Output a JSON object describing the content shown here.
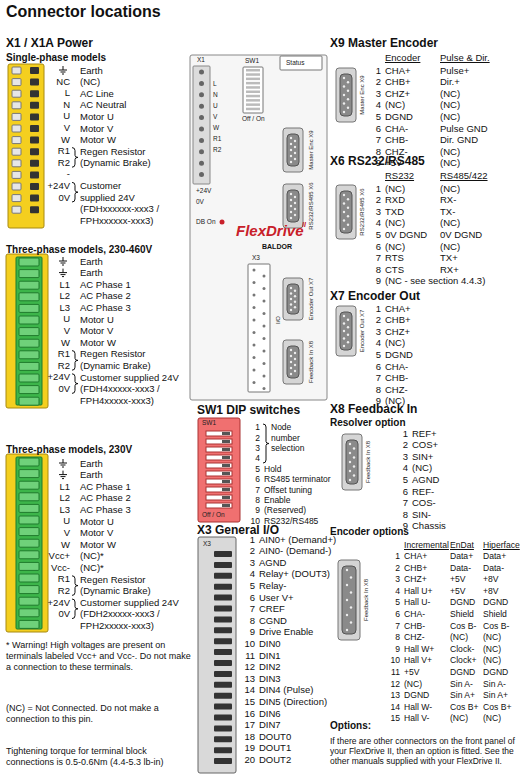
{
  "diagram": {
    "title": "Connector locations",
    "labels": [
      "X1 / X1A Power",
      "Single-phase models",
      "NC",
      "L",
      "N",
      "U",
      "V",
      "W",
      "R1",
      "R2",
      "-",
      "+24V",
      "0V",
      "Earth",
      "(NC)",
      "AC Line",
      "AC Neutral",
      "Motor U",
      "Motor V",
      "Motor W",
      "Regen Resistor",
      "(Dynamic Brake)",
      "Customer",
      "supplied 24V",
      "(FDHxxxxxx-xxx3 /",
      "FPHxxxxxx-xxx3)",
      "Three-phase models, 230-460V",
      "L1",
      "L2",
      "L3",
      "U",
      "V",
      "W",
      "R1",
      "R2",
      "+24V",
      "0V",
      "Earth",
      "Earth",
      "AC Phase 1",
      "AC Phase 2",
      "AC Phase 3",
      "Motor U",
      "Motor V",
      "Motor W",
      "Regen Resistor",
      "(Dynamic Brake)",
      "Customer supplied 24V",
      "(FDH4xxxxx-xxx3 /",
      "FPH4xxxxx-xxx3)",
      "Three-phase models, 230V",
      "L1",
      "L2",
      "L3",
      "U",
      "V",
      "W",
      "Vcc+",
      "Vcc-",
      "R1",
      "R2",
      "+24V",
      "0V",
      "Earth",
      "Earth",
      "AC Phase 1",
      "AC Phase 2",
      "AC Phase 3",
      "Motor U",
      "Motor V",
      "Motor W",
      "(NC)*",
      "(NC)*",
      "Regen Resistor",
      "(Dynamic Brake)",
      "Customer supplied 24V",
      "(FDH2xxxxx-xxx3 /",
      "FPH2xxxxx-xxx3)",
      "* Warning!  High voltages are present on terminals labeled  Vcc+ and Vcc-. Do not make a connection to these terminals.",
      "(NC) = Not Connected. Do not make a connection to this pin.",
      "Tightening torque for terminal block connections is 0.5-0.6Nm (4.4-5.3 lb-in)",
      "X1",
      "L",
      "N",
      "U",
      "V",
      "W",
      "R1",
      "R2",
      "SW1",
      "Off / On",
      "Status",
      "+24V",
      "0V",
      "DB On",
      "FlexDrive",
      "II",
      "BALDOR",
      "X3",
      "Master Enc X9",
      "RS232/RS485 X6",
      "I/O",
      "Encoder Out X7",
      "Feedback In X8",
      "X9 Master Encoder",
      "Encoder",
      "Pulse & Dir.",
      "Master Enc X9",
      "1",
      "2",
      "3",
      "4",
      "5",
      "6",
      "7",
      "8",
      "9",
      "CHA+",
      "CHB+",
      "CHZ+",
      "(NC)",
      "DGND",
      "CHA-",
      "CHB-",
      "CHZ-",
      "+5V",
      "Pulse+",
      "Dir.+",
      "(NC)",
      "(NC)",
      "(NC)",
      "Pulse GND",
      "Dir. GND",
      "(NC)",
      "(NC)",
      "X6 RS232/RS485",
      "RS232",
      "RS485/422",
      "RS232/RS485 X6",
      "1",
      "2",
      "3",
      "4",
      "5",
      "6",
      "7",
      "8",
      "9",
      "(NC)",
      "RXD",
      "TXD",
      "(NC)",
      "0V DGND",
      "(NC)",
      "RTS",
      "CTS",
      "(NC)",
      "RX-",
      "TX-",
      "(NC)",
      "0V DGND",
      "(NC)",
      "TX+",
      "RX+",
      "(NC - see section 4.4.3)",
      "X7 Encoder Out",
      "Encoder Out X7",
      "1",
      "2",
      "3",
      "4",
      "5",
      "6",
      "7",
      "8",
      "9",
      "CHA+",
      "CHB+",
      "CHZ+",
      "(NC)",
      "DGND",
      "CHA-",
      "CHB-",
      "CHZ-",
      "(NC)",
      "X8 Feedback In",
      "Resolver option",
      "Feedback In X8",
      "1",
      "2",
      "3",
      "4",
      "5",
      "6",
      "7",
      "8",
      "9",
      "REF+",
      "COS+",
      "SIN+",
      "(NC)",
      "AGND",
      "REF-",
      "COS-",
      "SIN-",
      "Chassis",
      "Encoder options",
      "Feedback In X8",
      "Incremental",
      "EnDat",
      "Hiperface",
      "1",
      "2",
      "3",
      "4",
      "5",
      "6",
      "7",
      "8",
      "9",
      "10",
      "11",
      "12",
      "13",
      "14",
      "15",
      "CHA+",
      "CHB+",
      "CHZ+",
      "Hall U+",
      "Hall U-",
      "CHA-",
      "CHB-",
      "CHZ-",
      "Hall W+",
      "Hall V+",
      "+5V",
      "(NC)",
      "DGND",
      "Hall W-",
      "Hall V-",
      "Data+",
      "Data-",
      "+5V",
      "+5V",
      "DGND",
      "Shield",
      "Cos B-",
      "(NC)",
      "Clock-",
      "Clock+",
      "DGND",
      "Sin A-",
      "Sin A+",
      "Cos B+",
      "(NC)",
      "Data+",
      "Data-",
      "+8V",
      "+8V",
      "DGND",
      "Shield",
      "Cos B-",
      "(NC)",
      "(NC)",
      "(NC)",
      "DGND",
      "Sin A-",
      "Sin A+",
      "Cos B+",
      "(NC)",
      "Options:",
      "If there are other connectors on the front panel of your FlexDrive II, then an option is fitted. See the other manuals supplied with your FlexDrive II.",
      "SW1 DIP switches",
      "SW1",
      "Off / On",
      "1",
      "2",
      "3",
      "4",
      "5",
      "6",
      "7",
      "8",
      "9",
      "10",
      "Node",
      "number",
      "selection",
      "Hold",
      "RS485 terminator",
      "Offset tuning",
      "Enable",
      "(Reserved)",
      "RS232/RS485",
      "X3 General I/O",
      "X3",
      "1",
      "2",
      "3",
      "4",
      "5",
      "6",
      "7",
      "8",
      "9",
      "10",
      "11",
      "12",
      "13",
      "14",
      "15",
      "16",
      "17",
      "18",
      "19",
      "20",
      "AIN0+ (Demand+)",
      "AIN0- (Demand-)",
      "AGND",
      "Relay+ (DOUT3)",
      "Relay-",
      "User V+",
      "CREF",
      "CGND",
      "Drive Enable",
      "DIN0",
      "DIN1",
      "DIN2",
      "DIN3",
      "DIN4 (Pulse)",
      "DIN5 (Direction)",
      "DIN6",
      "DIN7",
      "DOUT0",
      "DOUT1",
      "DOUT2"
    ]
  }
}
